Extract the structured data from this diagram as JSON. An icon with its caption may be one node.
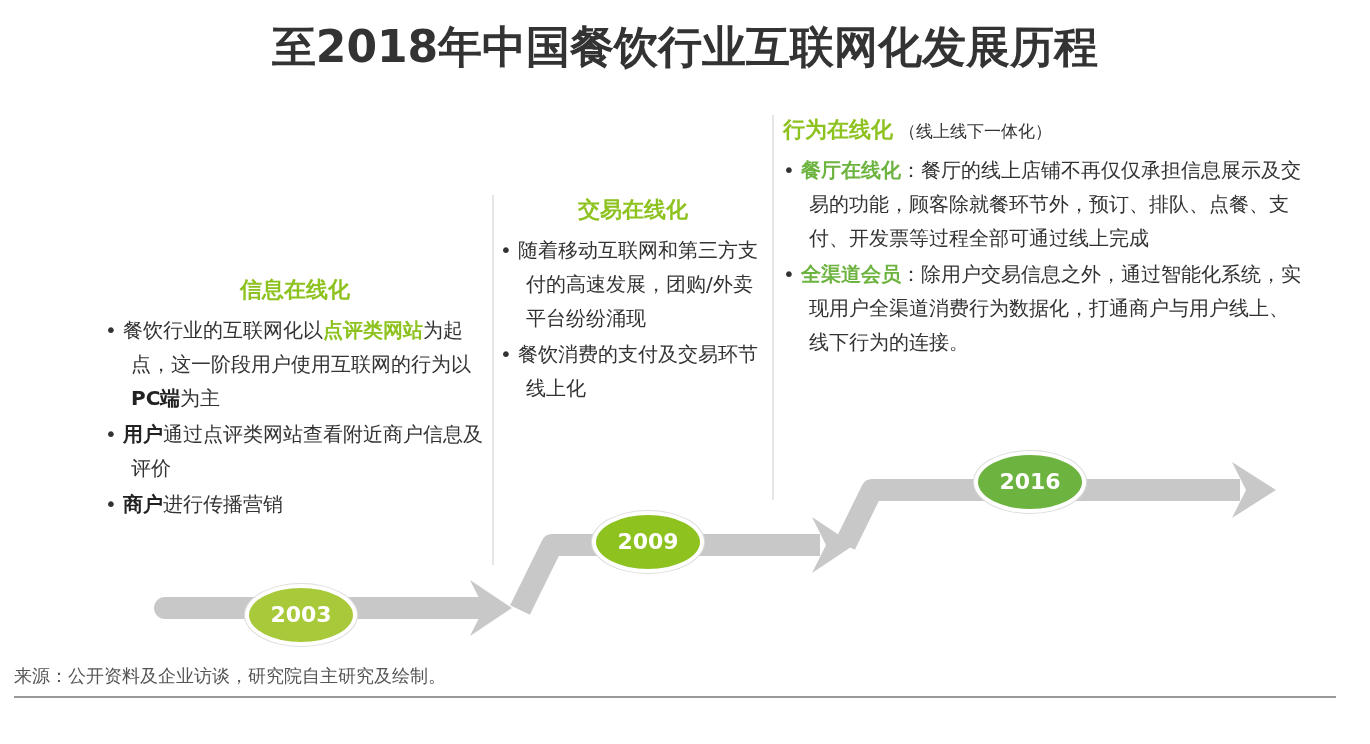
{
  "diagram": {
    "title": "至2018年中国餐饮行业互联网化发展历程",
    "nodes": [
      {
        "text": [
          "信息在线化",
          "• 餐饮行业的互联网化以**点评类网站**为起点，这一阶段用户使用互联网的行为以**PC端**为主",
          "• **用户**通过点评类网站查看附近商户信息及评价",
          "• **商户**进行传播营销"
        ]
      },
      {
        "text": [
          "交易在线化",
          "• 随着移动互联网和第三方支付的高速发展，团购/外卖平台纷纷涌现",
          "• 餐饮消费的支付及交易环节线上化"
        ]
      },
      {
        "text": [
          "行为在线化",
          "（线上线下一体化）",
          "• **餐厅在线化**：餐厅的线上店铺不再仅仅承担信息展示及交易的功能，顾客除就餐环节外，预订、排队、点餐、支付、开发票等过程全部可通过线上完成",
          "• **全渠道会员**：除用户交易信息之外，通过智能化系统，实现用户全渠道消费行为数据化，打通商户与用户线上、线下行为的连接。"
        ]
      },
      {
        "text": [
          "2003"
        ]
      },
      {
        "text": [
          "2009"
        ]
      },
      {
        "text": [
          "2016"
        ]
      }
    ],
    "labels": [
      "来源：公开资料及企业访谈，研究院自主研究及绘制。"
    ]
  }
}
